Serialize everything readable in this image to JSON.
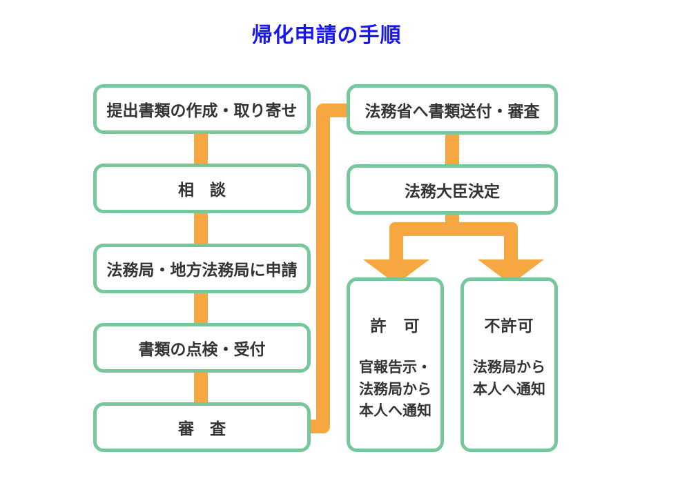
{
  "title": {
    "text": "帰化申請の手順"
  },
  "colors": {
    "title_blue": "#1717EE",
    "box_border_green": "#76C79A",
    "arrow_orange": "#F7A742",
    "text": "#333333",
    "background": "#FFFFFF"
  },
  "left_column": {
    "steps": [
      {
        "label": "提出書類の作成・取り寄せ"
      },
      {
        "label": "相　談"
      },
      {
        "label": "法務局・地方法務局に申請"
      },
      {
        "label": "書類の点検・受付"
      },
      {
        "label": "審　査"
      }
    ]
  },
  "right_column": {
    "steps": [
      {
        "label": "法務省へ書類送付・審査"
      },
      {
        "label": "法務大臣決定"
      }
    ]
  },
  "outcomes": [
    {
      "title": "許　可",
      "detail": "官報告示・\n法務局から\n本人へ通知"
    },
    {
      "title": "不許可",
      "detail": "法務局から\n本人へ通知"
    }
  ]
}
